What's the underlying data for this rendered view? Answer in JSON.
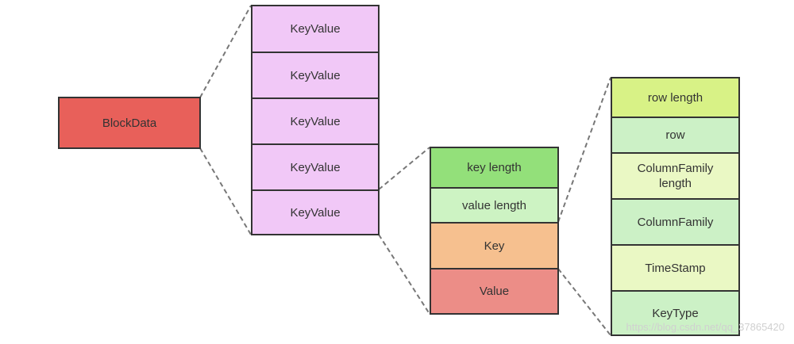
{
  "block": {
    "label": "BlockData",
    "color": "#e8605a"
  },
  "keyvalues": {
    "color": "#f1c8f7",
    "items": [
      "KeyValue",
      "KeyValue",
      "KeyValue",
      "KeyValue",
      "KeyValue"
    ]
  },
  "kv_fields": {
    "items": [
      {
        "label": "key length",
        "color": "#93e07a"
      },
      {
        "label": "value length",
        "color": "#cdf3c3"
      },
      {
        "label": "Key",
        "color": "#f6c08f"
      },
      {
        "label": "Value",
        "color": "#ec8d87"
      }
    ]
  },
  "key_fields": {
    "items": [
      {
        "label": "row length",
        "color": "#d8f286"
      },
      {
        "label": "row",
        "color": "#ccf1c6"
      },
      {
        "label": "ColumnFamily\nlength",
        "color": "#eaf8c4"
      },
      {
        "label": "ColumnFamily",
        "color": "#ccf1c6"
      },
      {
        "label": "TimeStamp",
        "color": "#eaf8c4"
      },
      {
        "label": "KeyType",
        "color": "#ccf1c6"
      }
    ]
  },
  "watermark": "https://blog.csdn.net/qq_37865420",
  "colors": {
    "border": "#333333",
    "connector": "#777777"
  }
}
